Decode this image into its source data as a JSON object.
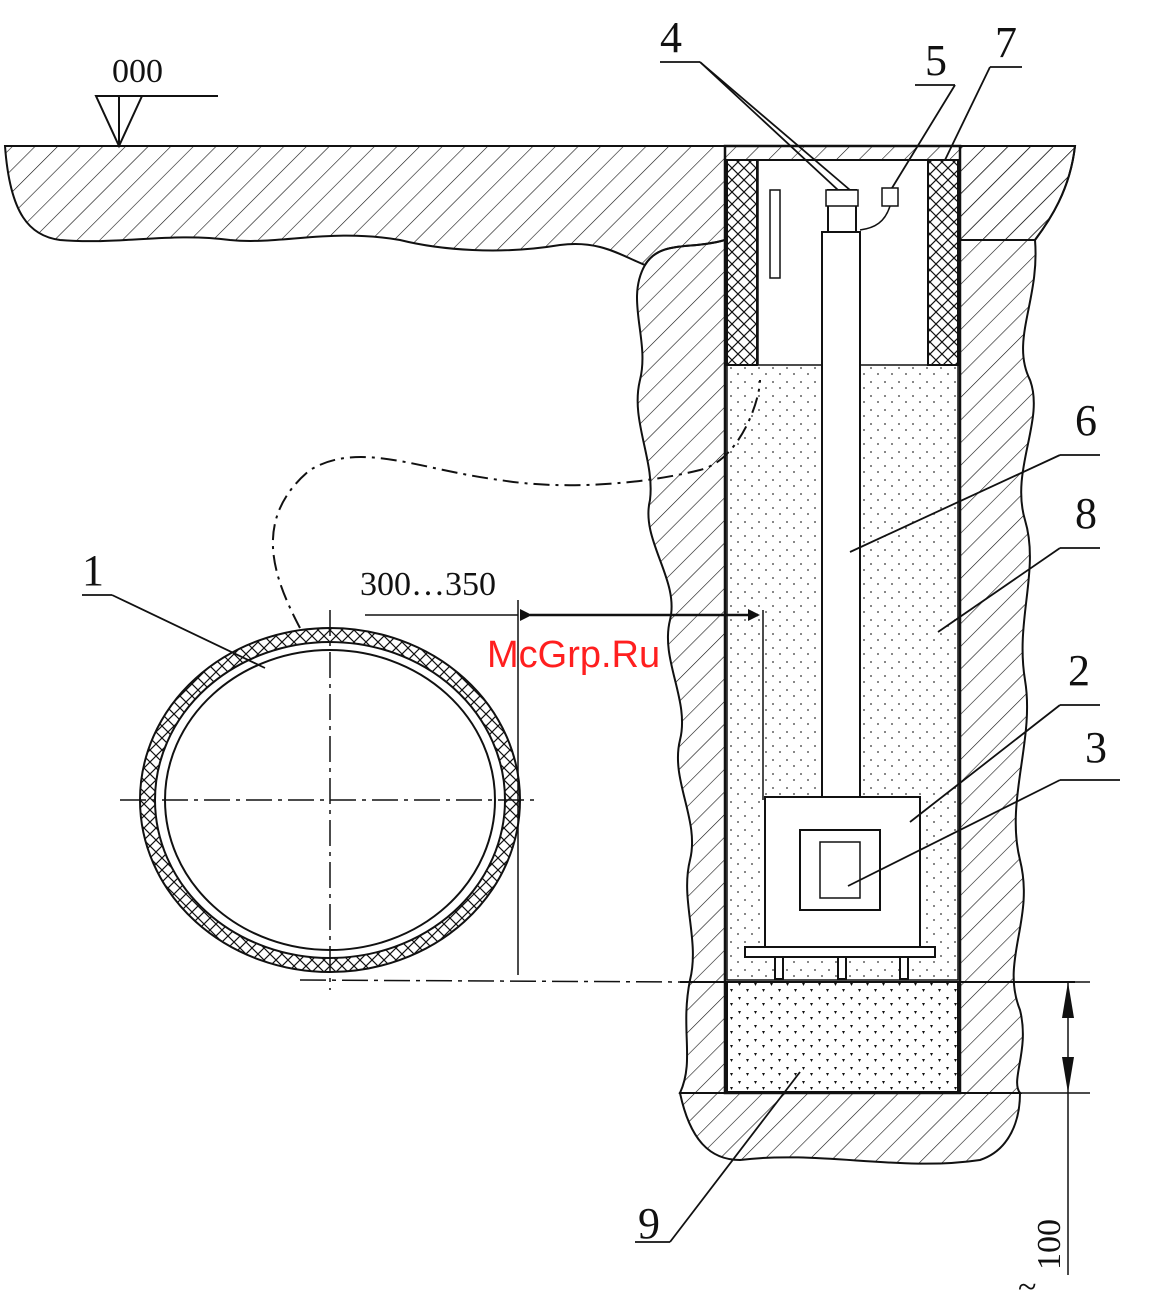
{
  "labels": {
    "elevation_mark": "000",
    "dimension_gap": "300…350",
    "dimension_depth": "100",
    "tilde": "~",
    "callouts": [
      "1",
      "2",
      "3",
      "4",
      "5",
      "6",
      "7",
      "8",
      "9"
    ]
  },
  "watermark": "McGrp.Ru",
  "colors": {
    "line": "#111111",
    "watermark": "#ff1f1f",
    "background": "#ffffff"
  }
}
